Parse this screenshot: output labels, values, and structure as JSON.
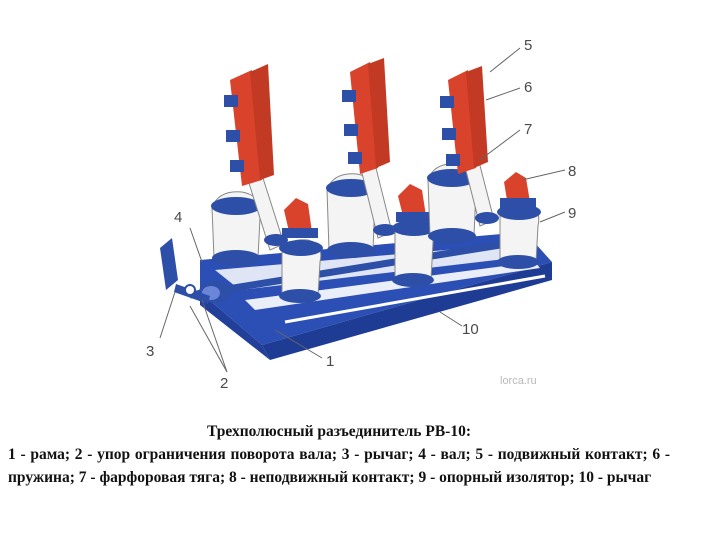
{
  "callouts": {
    "n1": "1",
    "n2": "2",
    "n3": "3",
    "n4": "4",
    "n5": "5",
    "n6": "6",
    "n7": "7",
    "n8": "8",
    "n9": "9",
    "n10": "10"
  },
  "watermark": "lorca.ru",
  "caption": {
    "title": "Трехполюсный разъединитель РВ-10:",
    "legend": "1 - рама; 2 - упор ограничения поворота вала; 3 - рычаг; 4 - вал; 5 - подвижный контакт; 6 - пружина; 7 - фарфоровая тяга; 8 - неподвижный контакт; 9 - опорный изолятор; 10 - рычаг"
  },
  "colors": {
    "frame_blue": "#2b4fb5",
    "contact_red": "#d9432b",
    "porcelain": "#f4f4f4",
    "cap_blue": "#2d4fa8"
  }
}
